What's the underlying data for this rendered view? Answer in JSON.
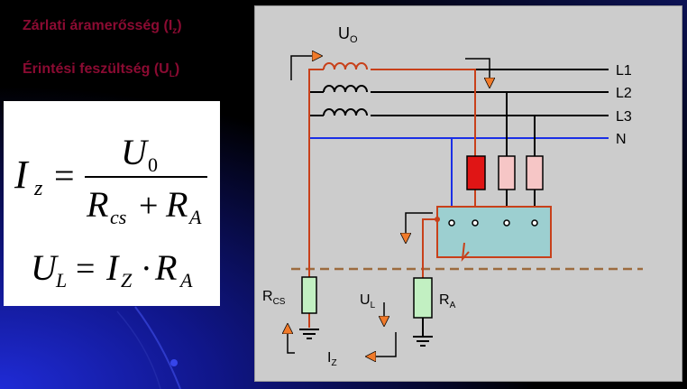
{
  "titles": {
    "fault_current": {
      "main": "Zárlati áramerősség (I",
      "sub": "z",
      "end": ")"
    },
    "touch_voltage": {
      "main": "Érintési feszültség (U",
      "sub": "L",
      "end": ")"
    }
  },
  "formulas": {
    "f1": {
      "lhs_var": "I",
      "lhs_sub": "z",
      "eq": "=",
      "num_var": "U",
      "num_sub": "0",
      "den_a_var": "R",
      "den_a_sub": "cs",
      "plus": "+",
      "den_b_var": "R",
      "den_b_sub": "A"
    },
    "f2": {
      "lhs_var": "U",
      "lhs_sub": "L",
      "eq": "=",
      "a_var": "I",
      "a_sub": "Z",
      "dot": "·",
      "b_var": "R",
      "b_sub": "A"
    }
  },
  "diagram": {
    "source_label": "U",
    "source_sub": "O",
    "lines": [
      "L1",
      "L2",
      "L3",
      "N"
    ],
    "rcs_label": "R",
    "rcs_sub": "CS",
    "ra_label": "R",
    "ra_sub": "A",
    "ul_label": "U",
    "ul_sub": "L",
    "iz_label": "I",
    "iz_sub": "Z"
  },
  "colors": {
    "fault_path": "#c8401a",
    "neutral": "#1a2fe6",
    "device_case": "#9ccfd0",
    "fault_fuse": "#e01515",
    "fuse": "#f6c6c6",
    "resistor": "#c2f0c2",
    "ground_line": "#9c6b3f",
    "arrow_fill": "#f07a2a",
    "title_color": "#8b0b32"
  }
}
